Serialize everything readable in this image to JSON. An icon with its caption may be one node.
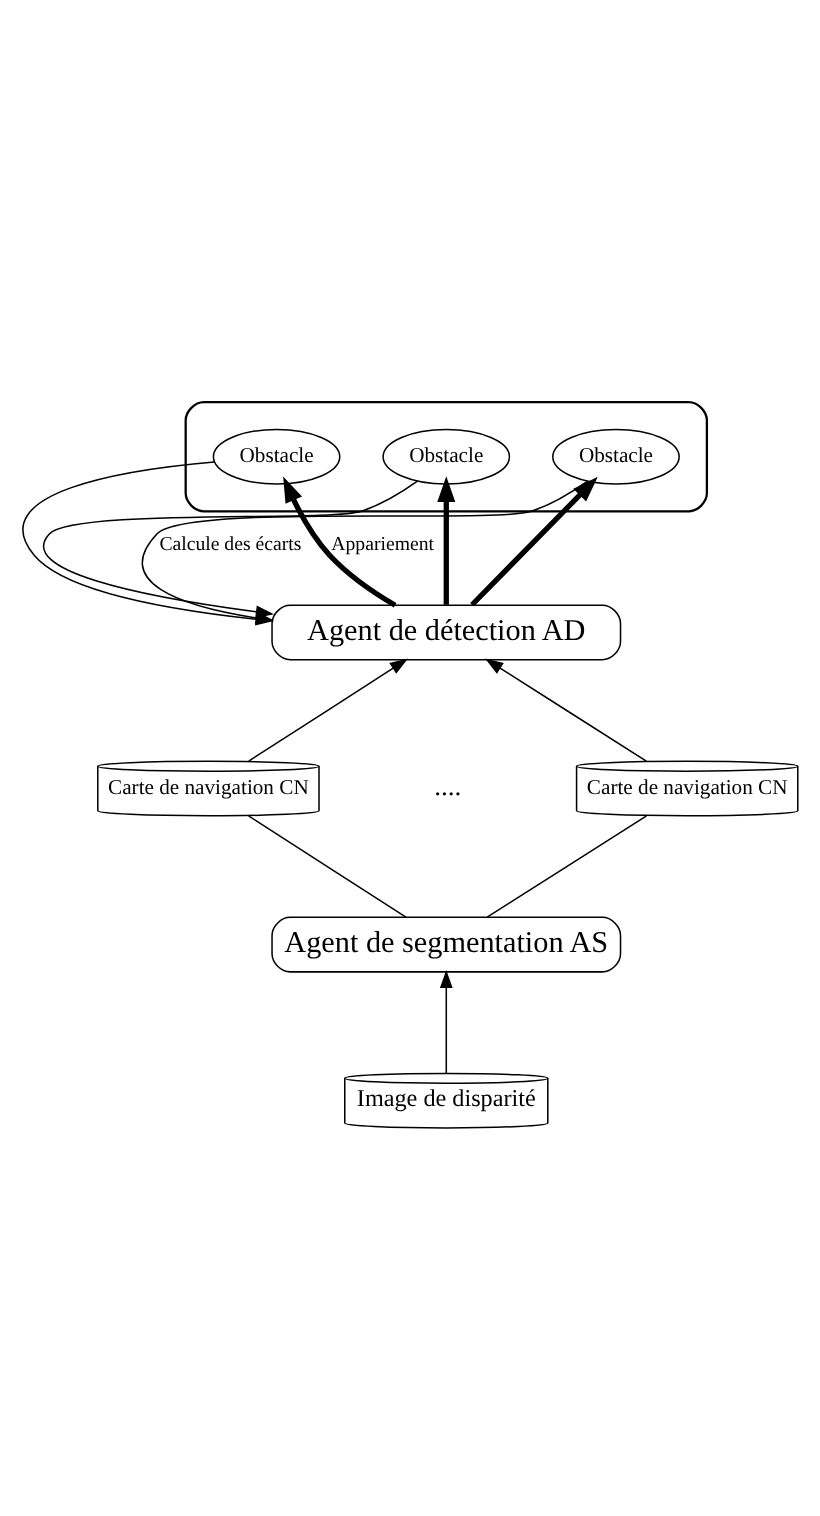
{
  "diagram": {
    "nodes": [
      {
        "text": [],
        "shape": "cloud"
      },
      {
        "text": [
          "Obstacle"
        ],
        "in": 0
      },
      {
        "text": [
          "Obstacle"
        ],
        "in": 0
      },
      {
        "text": [
          "Obstacle"
        ],
        "in": 0
      },
      {
        "text": [
          "Agent de détection AD"
        ]
      },
      {
        "text": [
          "Carte de navigation CN"
        ]
      },
      {
        "text": [
          "Carte de navigation CN"
        ]
      },
      {
        "text": [
          "Agent de segmentation AS"
        ]
      },
      {
        "text": [
          "Image de disparité"
        ]
      }
    ],
    "edges": [
      {
        "from": 4,
        "to": 1,
        "arrow": "to",
        "style": "thick",
        "label": "Appariement"
      },
      {
        "from": 4,
        "to": 2,
        "arrow": "to",
        "style": "thick"
      },
      {
        "from": 4,
        "to": 3,
        "arrow": "to",
        "style": "thick"
      },
      {
        "from": 1,
        "to": 4,
        "arrow": "to"
      },
      {
        "from": 2,
        "to": 4,
        "arrow": "to"
      },
      {
        "from": 3,
        "to": 4,
        "arrow": "to",
        "label": "Calcule des écarts"
      },
      {
        "from": 5,
        "to": 4,
        "arrow": "to"
      },
      {
        "from": 6,
        "to": 4,
        "arrow": "to"
      },
      {
        "from": 7,
        "to": 5,
        "arrow": "none"
      },
      {
        "from": 7,
        "to": 6,
        "arrow": "none"
      },
      {
        "from": 8,
        "to": 7,
        "arrow": "to"
      }
    ],
    "labels": [
      "...."
    ]
  }
}
